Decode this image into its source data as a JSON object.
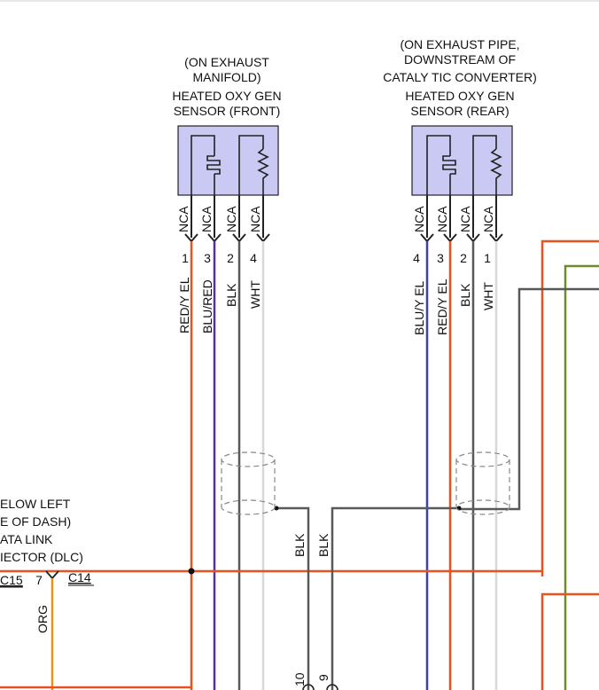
{
  "sensor_front": {
    "location_line1": "(ON EXHAUST",
    "location_line2": "MANIFOLD)",
    "name_line1": "HEATED OXY GEN",
    "name_line2": "SENSOR (FRONT)",
    "pin_tag": "NCA",
    "pins": [
      "1",
      "3",
      "2",
      "4"
    ],
    "wires": [
      "RED/Y EL",
      "BLU/RED",
      "BLK",
      "WHT"
    ]
  },
  "sensor_rear": {
    "location_line1": "(ON EXHAUST PIPE,",
    "location_line2": "DOWNSTREAM OF",
    "location_line3": "CATALY TIC CONVERTER)",
    "name_line1": "HEATED OXY GEN",
    "name_line2": "SENSOR (REAR)",
    "pin_tag": "NCA",
    "pins": [
      "4",
      "3",
      "2",
      "1"
    ],
    "wires": [
      "BLU/Y EL",
      "RED/Y EL",
      "BLK",
      "WHT"
    ]
  },
  "dlc": {
    "line1": "ELOW LEFT",
    "line2": "E OF DASH)",
    "line3": "ATA LINK",
    "line4": "IECTOR (DLC)",
    "connector_left": "C15",
    "pin": "7",
    "connector_right": "C14",
    "wire": "ORG"
  },
  "ground_wires": {
    "left": "BLK",
    "right": "BLK",
    "pin_left": "10",
    "pin_right": "9"
  },
  "colors": {
    "red_yel": "#e8521c",
    "blu_red": "#5a2aa8",
    "blu_yel": "#3a3fbf",
    "blk": "#595959",
    "wht": "#d8d8d8",
    "org": "#e8921c",
    "green": "#6f8a2a",
    "sensor_fill": "#c9c9f3"
  }
}
